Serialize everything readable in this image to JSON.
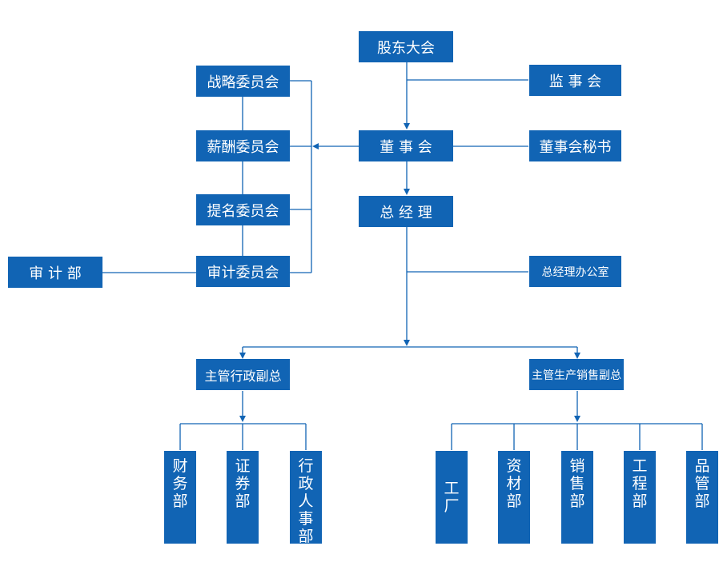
{
  "colors": {
    "box": "#1164b4",
    "line": "#1164b4",
    "text": "#ffffff"
  },
  "nodes": {
    "shareholders": "股东大会",
    "supervisors": "监 事 会",
    "board": "董 事 会",
    "board_secretary": "董事会秘书",
    "gm": "总 经 理",
    "gm_office": "总经理办公室",
    "strategy": "战略委员会",
    "compensation": "薪酬委员会",
    "nomination": "提名委员会",
    "audit_committee": "审计委员会",
    "audit_dept": "审 计 部",
    "vp_admin": "主管行政副总",
    "vp_production": "主管生产销售副总",
    "finance": "财务部",
    "securities": "证券部",
    "admin_hr": "行政人事部",
    "factory": "工厂",
    "materials": "资材部",
    "sales": "销售部",
    "engineering": "工程部",
    "quality": "品管部"
  }
}
